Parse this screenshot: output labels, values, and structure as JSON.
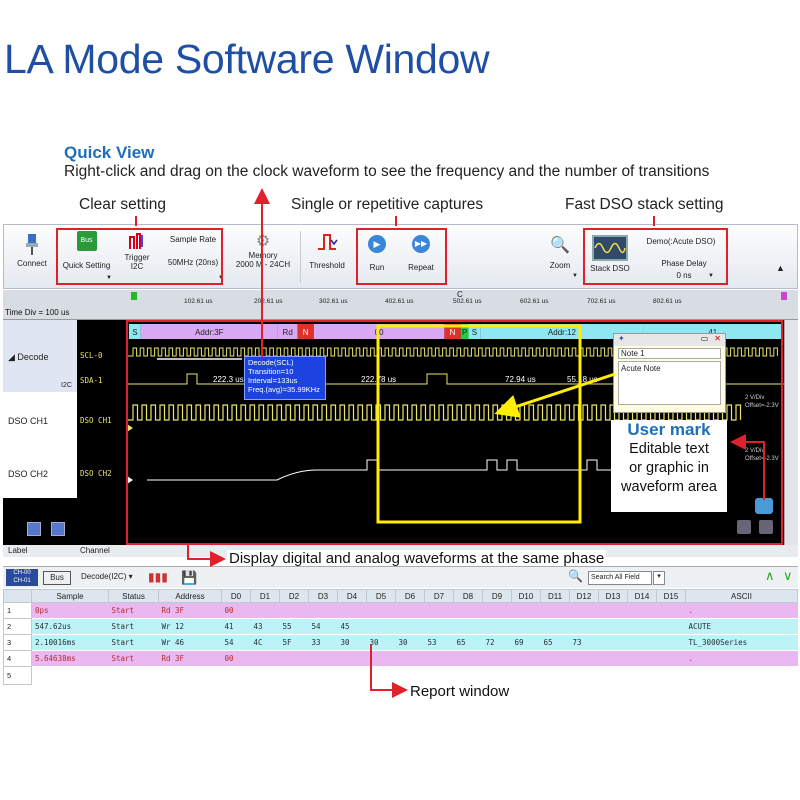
{
  "page_title": "LA Mode Software Window",
  "quick_view": {
    "title": "Quick View",
    "desc": "Right-click and drag on the clock waveform to see the frequency and the number of transitions"
  },
  "callouts": {
    "clear": "Clear setting",
    "single": "Single or repetitive captures",
    "stack": "Fast DSO stack setting",
    "display": "Display digital and analog waveforms at the same phase",
    "report": "Report window"
  },
  "toolbar": {
    "connect": "Connect",
    "bus": "Bus",
    "quick_setting": "Quick Setting",
    "trigger": "Trigger",
    "trigger_val": "I2C",
    "sample_rate": "Sample Rate",
    "sample_rate_val": "50MHz (20ns)",
    "memory": "Memory",
    "memory_val": "2000 M - 24CH",
    "threshold": "Threshold",
    "run": "Run",
    "repeat": "Repeat",
    "zoom": "Zoom",
    "stack_dso": "Stack DSO",
    "demo": "Demo(:Acute DSO)",
    "phase_delay": "Phase Delay",
    "phase_delay_val": "0 ns"
  },
  "timeline": {
    "time_div": "Time Div = 100 us",
    "ticks": [
      "102.61 us",
      "202.61 us",
      "302.61 us",
      "402.61 us",
      "502.61 us",
      "602.61 us",
      "702.61 us",
      "802.61 us"
    ],
    "marker_c": "C"
  },
  "waveform": {
    "groups": [
      "Decode",
      "DSO CH1",
      "DSO CH2"
    ],
    "i2c_tag": "I2C",
    "channels": [
      "SCL-0",
      "SDA-1",
      "DSO CH1",
      "DSO CH2"
    ],
    "decode_segments": [
      {
        "label": "S",
        "color": "#8de8f2"
      },
      {
        "label": "Addr:3F",
        "color": "#d8a8f2"
      },
      {
        "label": "Rd",
        "color": "#d8a8f2"
      },
      {
        "label": "N",
        "color": "#e0302a"
      },
      {
        "label": "00",
        "color": "#d8a8f2"
      },
      {
        "label": "N",
        "color": "#e0302a"
      },
      {
        "label": "P",
        "color": "#22cc44"
      },
      {
        "label": "S",
        "color": "#8de8f2"
      },
      {
        "label": "Addr:12",
        "color": "#8de8f2"
      },
      {
        "label": "41",
        "color": "#8de8f2"
      }
    ],
    "sda_times": [
      "222.3 us",
      "222.78 us",
      "72.94 us",
      "55.18 us"
    ],
    "tooltip": [
      "Decode(SCL)",
      "Transition=10",
      "Interval=133us",
      "Freq.(avg)=35.99KHz"
    ],
    "right_labels": [
      "2 V/Div",
      "Offset=-2.3V",
      "2 V/Div",
      "Offset=-2.3V"
    ],
    "note_title": "Note 1",
    "note_body": "Acute Note",
    "user_mark": {
      "title": "User mark",
      "l1": "Editable text",
      "l2": "or graphic in",
      "l3": "waveform area"
    },
    "bottom_label": "Label",
    "bottom_channel": "Channel"
  },
  "report": {
    "ch_top": "CH-00",
    "ch_bottom": "CH-01",
    "bus": "Bus",
    "decode": "Decode(I2C)",
    "search_placeholder": "Search All Field",
    "columns": [
      "",
      "Sample",
      "Status",
      "Address",
      "D0",
      "D1",
      "D2",
      "D3",
      "D4",
      "D5",
      "D6",
      "D7",
      "D8",
      "D9",
      "D10",
      "D11",
      "D12",
      "D13",
      "D14",
      "D15",
      "ASCII"
    ],
    "rows": [
      {
        "style": "purple",
        "cells": [
          "1",
          "0ps",
          "Start",
          "Rd 3F",
          "00",
          "",
          "",
          "",
          "",
          "",
          "",
          "",
          "",
          "",
          "",
          "",
          "",
          "",
          "",
          "",
          "."
        ]
      },
      {
        "style": "cyan",
        "cells": [
          "2",
          "547.62us",
          "Start",
          "Wr 12",
          "41",
          "43",
          "55",
          "54",
          "45",
          "",
          "",
          "",
          "",
          "",
          "",
          "",
          "",
          "",
          "",
          "",
          "ACUTE"
        ]
      },
      {
        "style": "cyan",
        "cells": [
          "3",
          "2.10016ms",
          "Start",
          "Wr 46",
          "54",
          "4C",
          "5F",
          "33",
          "30",
          "30",
          "30",
          "53",
          "65",
          "72",
          "69",
          "65",
          "73",
          "",
          "",
          "",
          "TL_3000Series"
        ]
      },
      {
        "style": "purple",
        "cells": [
          "4",
          "5.64638ms",
          "Start",
          "Rd 3F",
          "00",
          "",
          "",
          "",
          "",
          "",
          "",
          "",
          "",
          "",
          "",
          "",
          "",
          "",
          "",
          "",
          "."
        ]
      },
      {
        "style": "empty",
        "cells": [
          "5",
          "",
          "",
          "",
          "",
          "",
          "",
          "",
          "",
          "",
          "",
          "",
          "",
          "",
          "",
          "",
          "",
          "",
          "",
          "",
          ""
        ]
      }
    ]
  },
  "colors": {
    "accent": "#1f4fa5",
    "highlight": "#e0202a",
    "wave_yellow": "#e8e36a",
    "wave_white": "#ffffff",
    "callout_yellow": "#ffee00"
  }
}
